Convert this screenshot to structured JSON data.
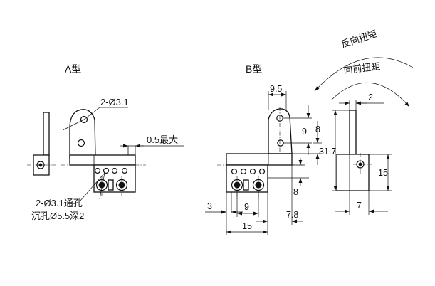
{
  "labels": {
    "type_a": "A型",
    "type_b": "B型",
    "reverse_torque": "反向扭矩",
    "forward_torque": "向前扭矩",
    "a_top_hole": "2-Ø3.1",
    "a_max_gap": "0.5最大",
    "a_through_hole": "2-Ø3.1通孔",
    "a_counterbore": "沉孔Ø5.5深2"
  },
  "dimensions": {
    "b_top_width": "9.5",
    "b_hole_pitch_9": "9",
    "b_hole_pitch_8": "8",
    "b_lower_8": "8",
    "b_offset_3": "3",
    "b_bottom_9": "9",
    "b_bottom_7_8": "7.8",
    "b_total_15": "15",
    "side_top_2": "2",
    "side_height": "31.7",
    "side_base_height": "15",
    "side_base_width": "7"
  }
}
